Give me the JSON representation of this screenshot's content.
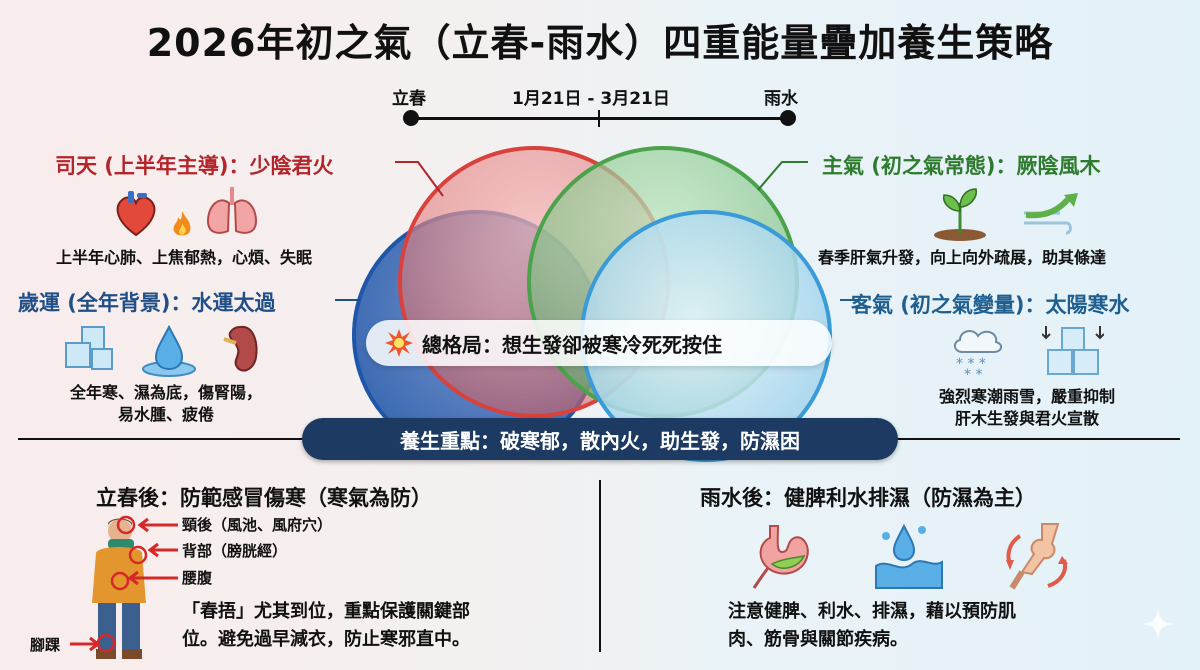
{
  "title": "2026年初之氣（立春-雨水）四重能量疊加養生策略",
  "timeline": {
    "start_label": "立春",
    "range_label": "1月21日 - 3月21日",
    "end_label": "雨水"
  },
  "sitian": {
    "title": "司天 (上半年主導)：少陰君火",
    "icons": [
      "heart-icon",
      "fire-icon",
      "lungs-icon"
    ],
    "desc": "上半年心肺、上焦郁熱，心煩、失眠",
    "color": "#b3252a"
  },
  "suiyun": {
    "title": "歲運 (全年背景)：水運太過",
    "icons": [
      "ice-cubes-icon",
      "water-drop-icon",
      "kidney-icon"
    ],
    "desc_line1": "全年寒、濕為底，傷腎陽，",
    "desc_line2": "易水腫、疲倦",
    "color": "#1f4f86"
  },
  "zhuqi": {
    "title": "主氣 (初之氣常態)：厥陰風木",
    "icons": [
      "sprout-icon",
      "wind-arrow-icon"
    ],
    "desc": "春季肝氣升發，向上向外疏展，助其條達",
    "color": "#2e7a2e"
  },
  "keqi": {
    "title": "客氣 (初之氣變量)：太陽寒水",
    "icons": [
      "snow-cloud-icon",
      "ice-block-icon"
    ],
    "desc_line1": "強烈寒潮雨雪，嚴重抑制",
    "desc_line2": "肝木生發與君火宣散",
    "color": "#1f5f8f"
  },
  "center": {
    "icon": "explosion-icon",
    "summary": "總格局：想生發卻被寒冷死死按住",
    "banner": "養生重點：破寒郁，散內火，助生發，防濕困"
  },
  "lichun": {
    "title": "立春後：防範感冒傷寒（寒氣為防）",
    "points": [
      "頸後（風池、風府穴）",
      "背部（膀胱經）",
      "腰腹",
      "腳踝"
    ],
    "text_line1": "「春捂」尤其到位，重點保護關鍵部",
    "text_line2": "位。避免過早減衣，防止寒邪直中。"
  },
  "yushui": {
    "title": "雨水後：健脾利水排濕（防濕為主）",
    "icons": [
      "stomach-icon",
      "water-wave-icon",
      "joint-icon"
    ],
    "text_line1": "注意健脾、利水、排濕，藉以預防肌",
    "text_line2": "肉、筋骨與關節疾病。"
  },
  "colors": {
    "red": "#d9413d",
    "green": "#4aa24a",
    "blue": "#1e56a8",
    "ice": "#3a9bd6",
    "banner": "#1d3b62"
  }
}
